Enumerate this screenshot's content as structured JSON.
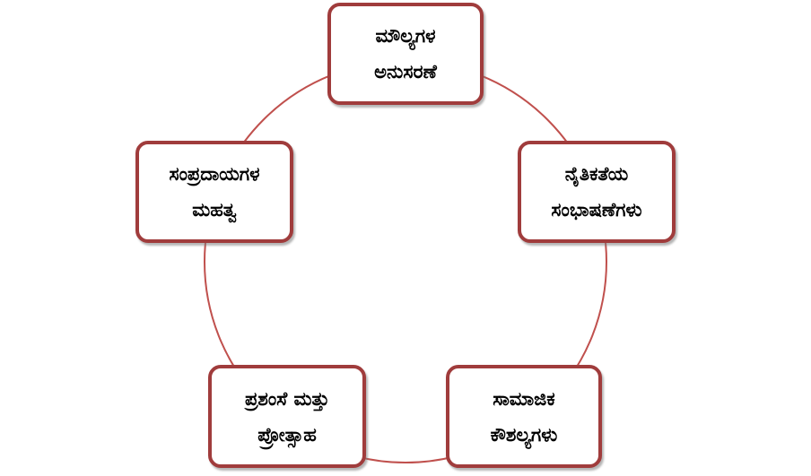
{
  "diagram": {
    "type": "cycle",
    "colors": {
      "stroke": "#a03c3c",
      "ring": "#c0504d",
      "fill": "#ffffff",
      "text": "#000000"
    },
    "nodes": [
      {
        "id": "n1",
        "lines": [
          "ಮೌಲ್ಯಗಳ",
          "ಅನುಸರಣೆ"
        ]
      },
      {
        "id": "n2",
        "lines": [
          "ನೈತಿಕತೆಯ",
          "ಸಂಭಾಷಣೆಗಳು"
        ]
      },
      {
        "id": "n3",
        "lines": [
          "ಸಾಮಾಜಿಕ",
          "ಕೌಶಲ್ಯಗಳು"
        ]
      },
      {
        "id": "n4",
        "lines": [
          "ಪ್ರಶಂಸೆ ಮತ್ತು",
          "ಪ್ರೋತ್ಸಾಹ"
        ]
      },
      {
        "id": "n5",
        "lines": [
          "ಸಂಪ್ರದಾಯಗಳ",
          "ಮಹತ್ವ"
        ]
      }
    ]
  }
}
